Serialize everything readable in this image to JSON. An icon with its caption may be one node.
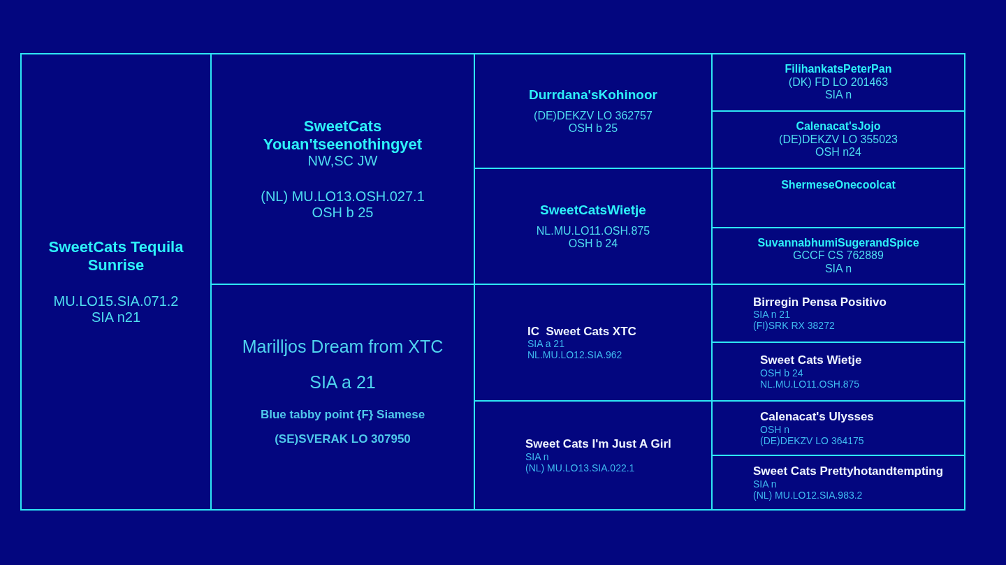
{
  "diagram": {
    "nodes": [
      {
        "text": [
          "SweetCats Tequila Sunrise",
          "MU.LO15.SIA.071.2",
          "SIA n21"
        ]
      },
      {
        "text": [
          "SweetCats Youan'tseenothingyet",
          "NW,SC JW",
          "(NL) MU.LO13.OSH.027.1",
          "OSH b 25"
        ]
      },
      {
        "text": [
          "Marilljos Dream from XTC",
          "SIA a 21",
          "Blue tabby point {F} Siamese",
          "(SE)SVERAK LO 307950"
        ]
      },
      {
        "text": [
          "Durrdana'sKohinoor",
          "(DE)DEKZV LO 362757",
          "OSH b 25"
        ]
      },
      {
        "text": [
          "SweetCatsWietje",
          "NL.MU.LO11.OSH.875",
          "OSH b 24"
        ]
      },
      {
        "text": [
          "IC  Sweet Cats XTC",
          "SIA a 21",
          "NL.MU.LO12.SIA.962"
        ]
      },
      {
        "text": [
          "Sweet Cats I'm Just A Girl",
          "SIA n",
          "(NL) MU.LO13.SIA.022.1"
        ]
      },
      {
        "text": [
          "FilihankatsPeterPan",
          "(DK) FD LO 201463",
          "SIA n"
        ]
      },
      {
        "text": [
          "Calenacat'sJojo",
          "(DE)DEKZV LO 355023",
          "OSH n24"
        ]
      },
      {
        "text": [
          "ShermeseOnecoolcat"
        ]
      },
      {
        "text": [
          "SuvannabhumiSugerandSpice",
          "GCCF CS 762889",
          "SIA n"
        ]
      },
      {
        "text": [
          "Birregin Pensa Positivo",
          "SIA n 21",
          "(FI)SRK RX 38272"
        ]
      },
      {
        "text": [
          "Sweet Cats Wietje",
          "OSH b 24",
          "NL.MU.LO11.OSH.875"
        ]
      },
      {
        "text": [
          "Calenacat's Ulysses",
          "OSH n",
          "(DE)DEKZV LO 364175"
        ]
      },
      {
        "text": [
          "Sweet Cats Prettyhotandtempting",
          "SIA n",
          "(NL) MU.LO12.SIA.983.2"
        ]
      }
    ]
  }
}
